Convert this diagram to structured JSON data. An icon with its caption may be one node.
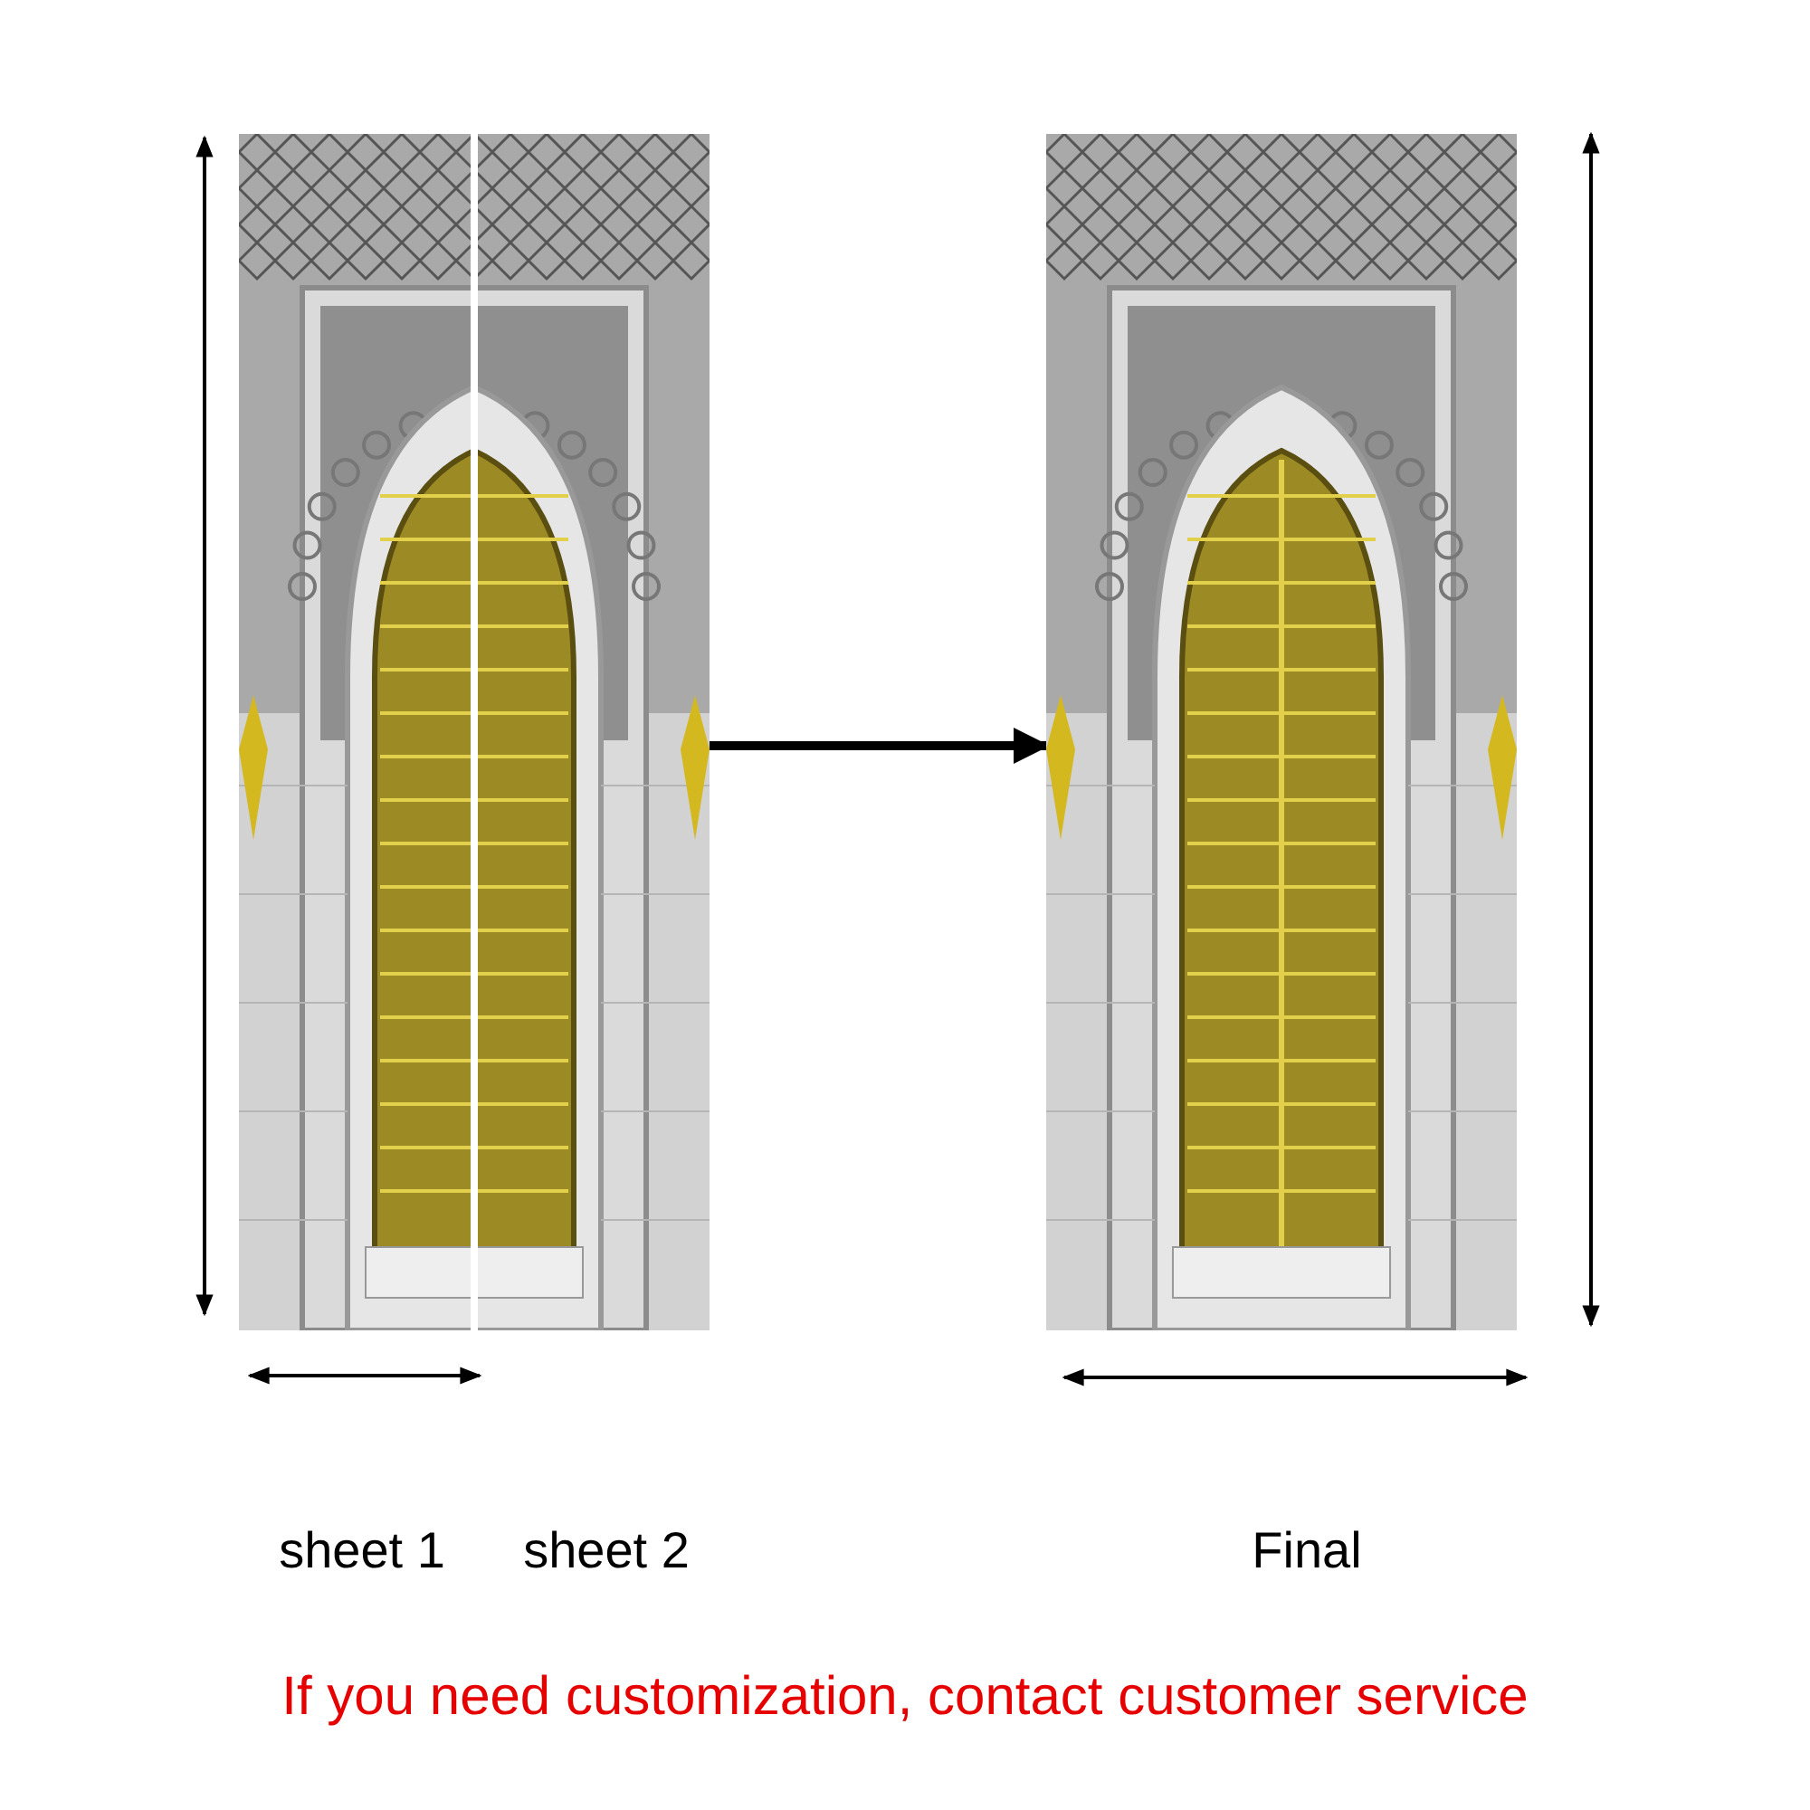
{
  "diagram": {
    "nodes": [
      {
        "text": [],
        "shape": "picture"
      },
      {
        "text": [],
        "shape": "picture"
      }
    ],
    "edges": [
      {
        "from": 0,
        "to": 1,
        "arrow": "to"
      }
    ],
    "labels": [
      "sheet 1",
      "sheet 2",
      "Final",
      "If you need customization, contact customer service"
    ]
  }
}
